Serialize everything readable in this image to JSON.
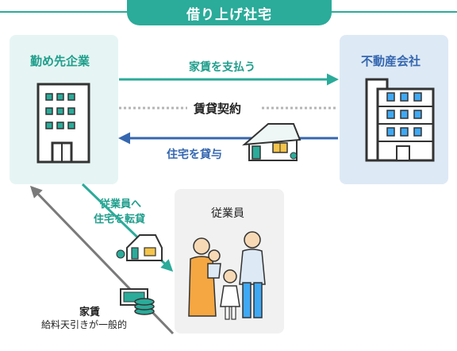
{
  "header": {
    "title": "借り上げ社宅"
  },
  "nodes": {
    "company": "勤め先企業",
    "real_estate": "不動産会社",
    "employee": "従業員"
  },
  "flows": {
    "pay_rent": "家賃を支払う",
    "lease_contract": "賃貸契約",
    "lend_house": "住宅を貸与",
    "sublease_line1": "従業員へ",
    "sublease_line2": "住宅を転貸",
    "rent_deduction_line1": "家賃",
    "rent_deduction_line2": "給料天引きが一般的"
  },
  "colors": {
    "teal": "#2bab9a",
    "blue": "#3567b0",
    "gray_arrow": "#7a7a7a",
    "dotted": "#b5b5b5"
  }
}
